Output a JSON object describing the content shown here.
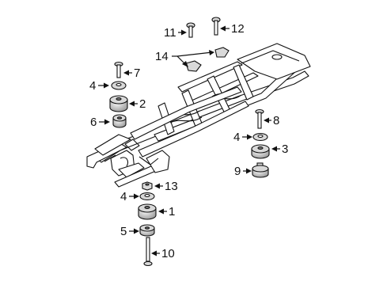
{
  "colors": {
    "line": "#111111",
    "part_shade": "#d9d9d9",
    "part_dark": "#8c8c8c",
    "background": "#ffffff"
  },
  "callouts": [
    {
      "id": "c1",
      "number": "1"
    },
    {
      "id": "c2",
      "number": "2"
    },
    {
      "id": "c3",
      "number": "3"
    },
    {
      "id": "c4a",
      "number": "4"
    },
    {
      "id": "c4b",
      "number": "4"
    },
    {
      "id": "c4c",
      "number": "4"
    },
    {
      "id": "c5",
      "number": "5"
    },
    {
      "id": "c6",
      "number": "6"
    },
    {
      "id": "c7",
      "number": "7"
    },
    {
      "id": "c8",
      "number": "8"
    },
    {
      "id": "c9",
      "number": "9"
    },
    {
      "id": "c10",
      "number": "10"
    },
    {
      "id": "c11",
      "number": "11"
    },
    {
      "id": "c12",
      "number": "12"
    },
    {
      "id": "c13",
      "number": "13"
    },
    {
      "id": "c14",
      "number": "14"
    }
  ]
}
